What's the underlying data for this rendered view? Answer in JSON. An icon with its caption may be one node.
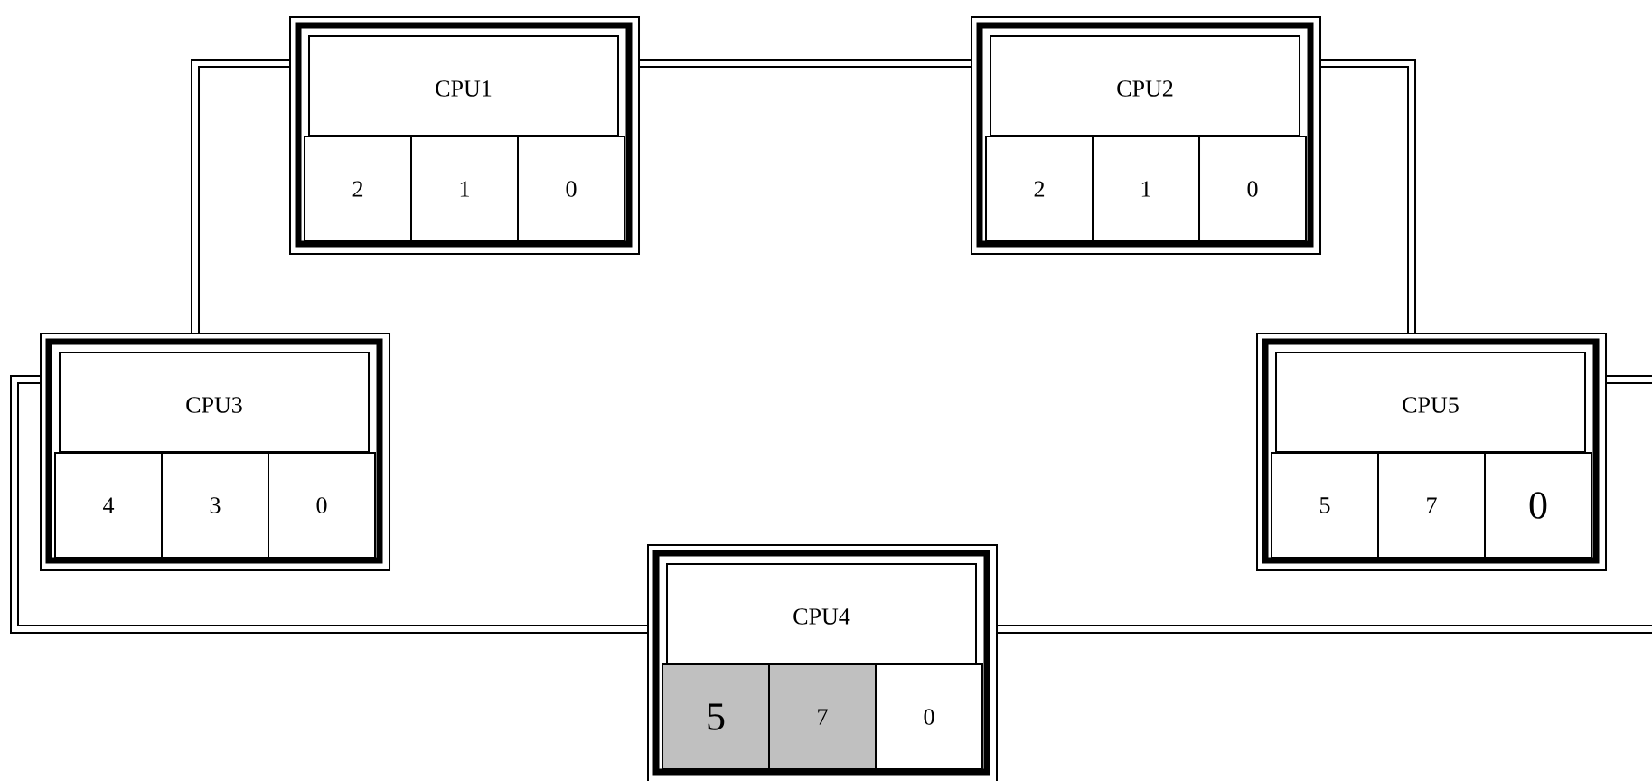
{
  "diagram": {
    "nodes": [
      {
        "text": [
          "CPU1"
        ]
      },
      {
        "text": [
          "2"
        ],
        "in": 0
      },
      {
        "text": [
          "1"
        ],
        "in": 0
      },
      {
        "text": [
          "0"
        ],
        "in": 0
      },
      {
        "text": [
          "CPU2"
        ]
      },
      {
        "text": [
          "2"
        ],
        "in": 4
      },
      {
        "text": [
          "1"
        ],
        "in": 4
      },
      {
        "text": [
          "0"
        ],
        "in": 4
      },
      {
        "text": [
          "CPU3"
        ]
      },
      {
        "text": [
          "4"
        ],
        "in": 8
      },
      {
        "text": [
          "3"
        ],
        "in": 8
      },
      {
        "text": [
          "0"
        ],
        "in": 8
      },
      {
        "text": [
          "CPU5"
        ]
      },
      {
        "text": [
          "5"
        ],
        "in": 12
      },
      {
        "text": [
          "7"
        ],
        "in": 12
      },
      {
        "text": [
          "0"
        ],
        "in": 12
      },
      {
        "text": [
          "CPU4"
        ]
      },
      {
        "text": [
          "5"
        ],
        "in": 16
      },
      {
        "text": [
          "7"
        ],
        "in": 16
      },
      {
        "text": [
          "0"
        ],
        "in": 16
      }
    ],
    "edges": [
      {
        "from": 0,
        "to": 4,
        "arrow": "none"
      },
      {
        "from": 0,
        "to": 8,
        "arrow": "none"
      },
      {
        "from": 4,
        "to": 12,
        "arrow": "none"
      },
      {
        "from": 8,
        "to": 16,
        "arrow": "none"
      },
      {
        "from": 16,
        "to": null,
        "arrow": "none"
      },
      {
        "from": 12,
        "to": null,
        "arrow": "none"
      }
    ]
  }
}
